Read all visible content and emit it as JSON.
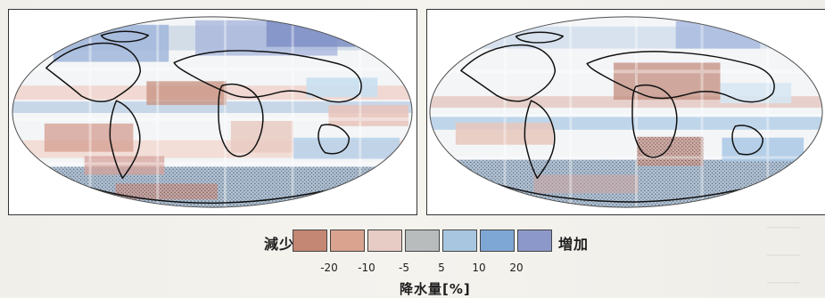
{
  "legend": {
    "decrease_label": "減少",
    "increase_label": "増加",
    "unit_label": "降水量[%]",
    "ticks": [
      "-20",
      "-10",
      "-5",
      "5",
      "10",
      "20"
    ],
    "colors": [
      "#c48774",
      "#d9a38f",
      "#e6ccc4",
      "#b9bcbd",
      "#a8c6e0",
      "#7fa7d6",
      "#8d98ca"
    ]
  },
  "maps": [
    {
      "name": "left-map",
      "palette": {
        "decrease": "#c58a78",
        "increase": "#7da4d4",
        "strong_increase": "#8791c8",
        "neutral": "#dbdedf"
      }
    },
    {
      "name": "right-map",
      "palette": {
        "decrease": "#c58a78",
        "increase": "#7da4d4",
        "strong_increase": "#8791c8",
        "neutral": "#dbdedf"
      }
    }
  ]
}
